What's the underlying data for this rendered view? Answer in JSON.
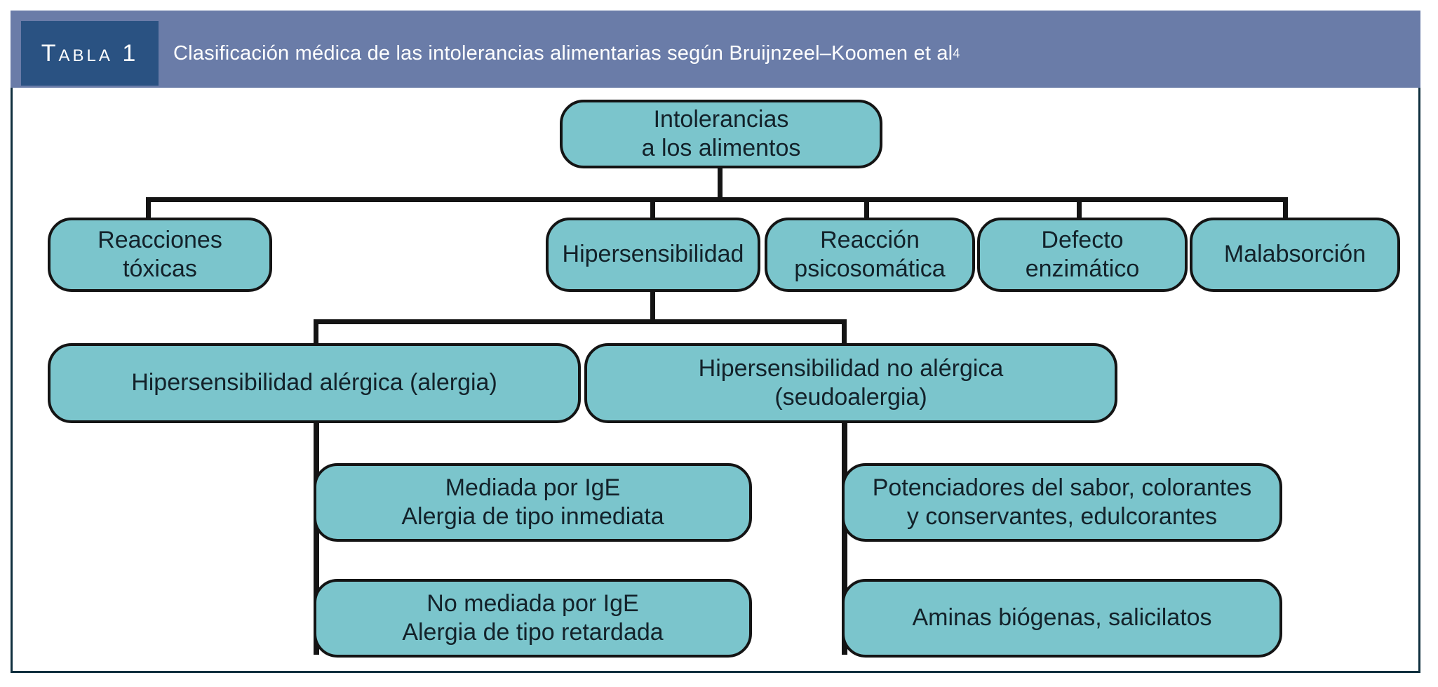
{
  "header": {
    "tag_label": "Tabla 1",
    "title": "Clasificación médica de las intolerancias alimentarias según Bruijnzeel–Koomen et al",
    "title_superscript": "4",
    "tag_bg": "#2a5282",
    "band_bg": "#6a7ca8",
    "text_color": "#ffffff"
  },
  "diagram": {
    "node_fill": "#7bc5cc",
    "node_stroke": "#141414",
    "connector_color": "#141414",
    "frame_border": "#10303f",
    "nodes": {
      "root": {
        "line1": "Intolerancias",
        "line2": "a los alimentos"
      },
      "reacciones_toxicas": {
        "line1": "Reacciones",
        "line2": "tóxicas"
      },
      "hipersensibilidad": {
        "line1": "Hipersensibilidad",
        "line2": ""
      },
      "reaccion_psicosomatica": {
        "line1": "Reacción",
        "line2": "psicosomática"
      },
      "defecto_enzimatico": {
        "line1": "Defecto",
        "line2": "enzimático"
      },
      "malabsorcion": {
        "line1": "Malabsorción",
        "line2": ""
      },
      "hipersensibilidad_alergica": {
        "line1": "Hipersensibilidad alérgica (alergia)",
        "line2": ""
      },
      "hipersensibilidad_no_alergica": {
        "line1": "Hipersensibilidad no alérgica",
        "line2": "(seudoalergia)"
      },
      "mediada_ige": {
        "line1": "Mediada por IgE",
        "line2": "Alergia de tipo inmediata"
      },
      "no_mediada_ige": {
        "line1": "No mediada por IgE",
        "line2": "Alergia de tipo retardada"
      },
      "potenciadores": {
        "line1": "Potenciadores del sabor, colorantes",
        "line2": "y conservantes, edulcorantes"
      },
      "aminas": {
        "line1": "Aminas biógenas, salicilatos",
        "line2": ""
      }
    }
  }
}
